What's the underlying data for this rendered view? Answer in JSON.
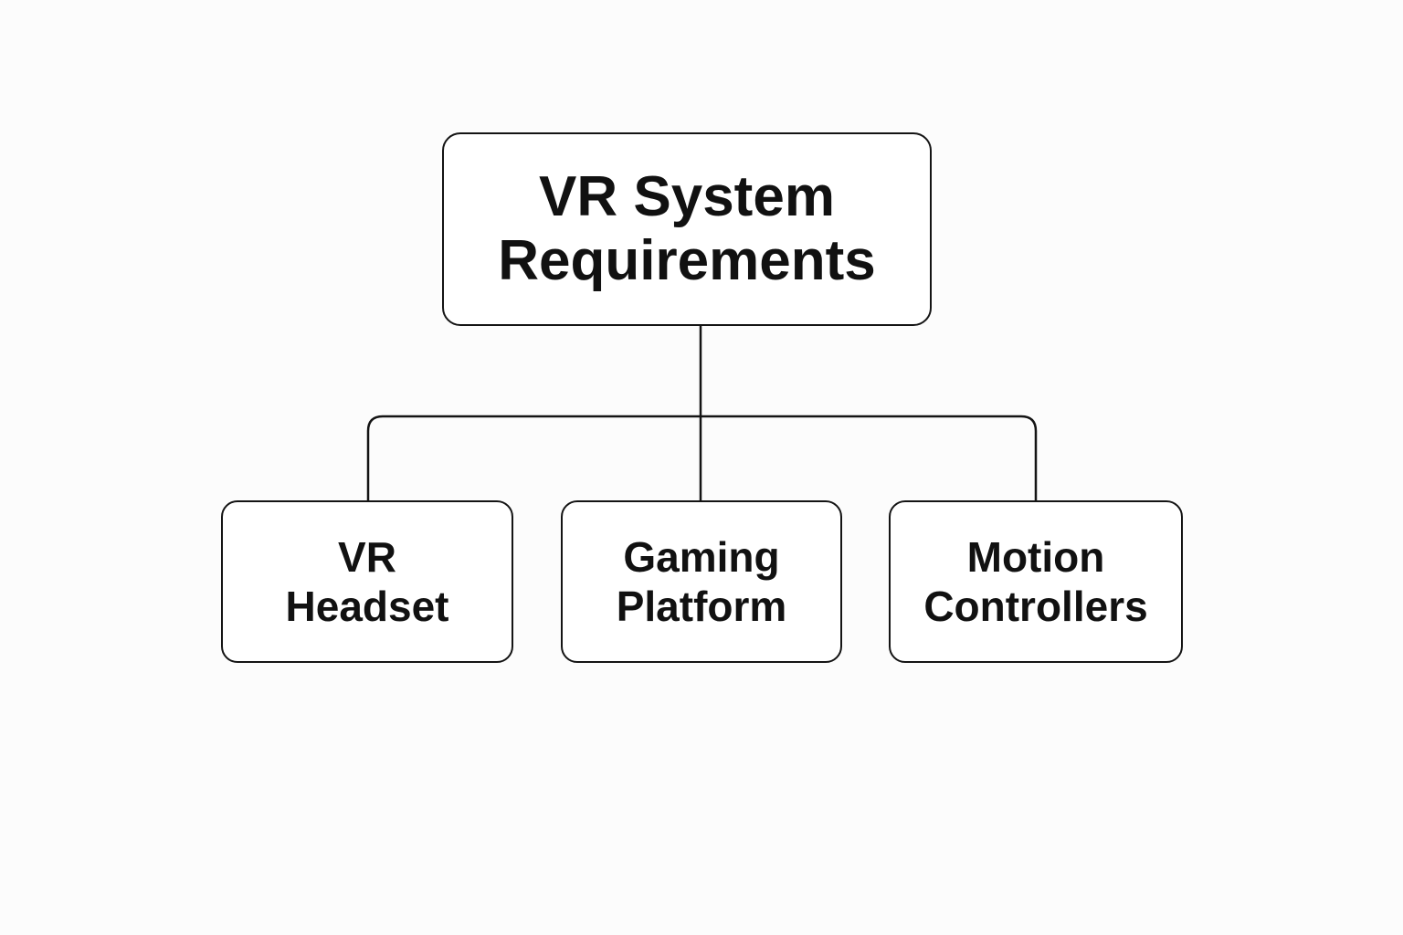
{
  "diagram": {
    "root": {
      "line1": "VR System",
      "line2": "Requirements"
    },
    "children": [
      {
        "line1": "VR",
        "line2": "Headset"
      },
      {
        "line1": "Gaming",
        "line2": "Platform"
      },
      {
        "line1": "Motion",
        "line2": "Controllers"
      }
    ]
  },
  "colors": {
    "background": "#fcfcfc",
    "stroke": "#141414",
    "text": "#111111",
    "box_fill": "#ffffff"
  }
}
